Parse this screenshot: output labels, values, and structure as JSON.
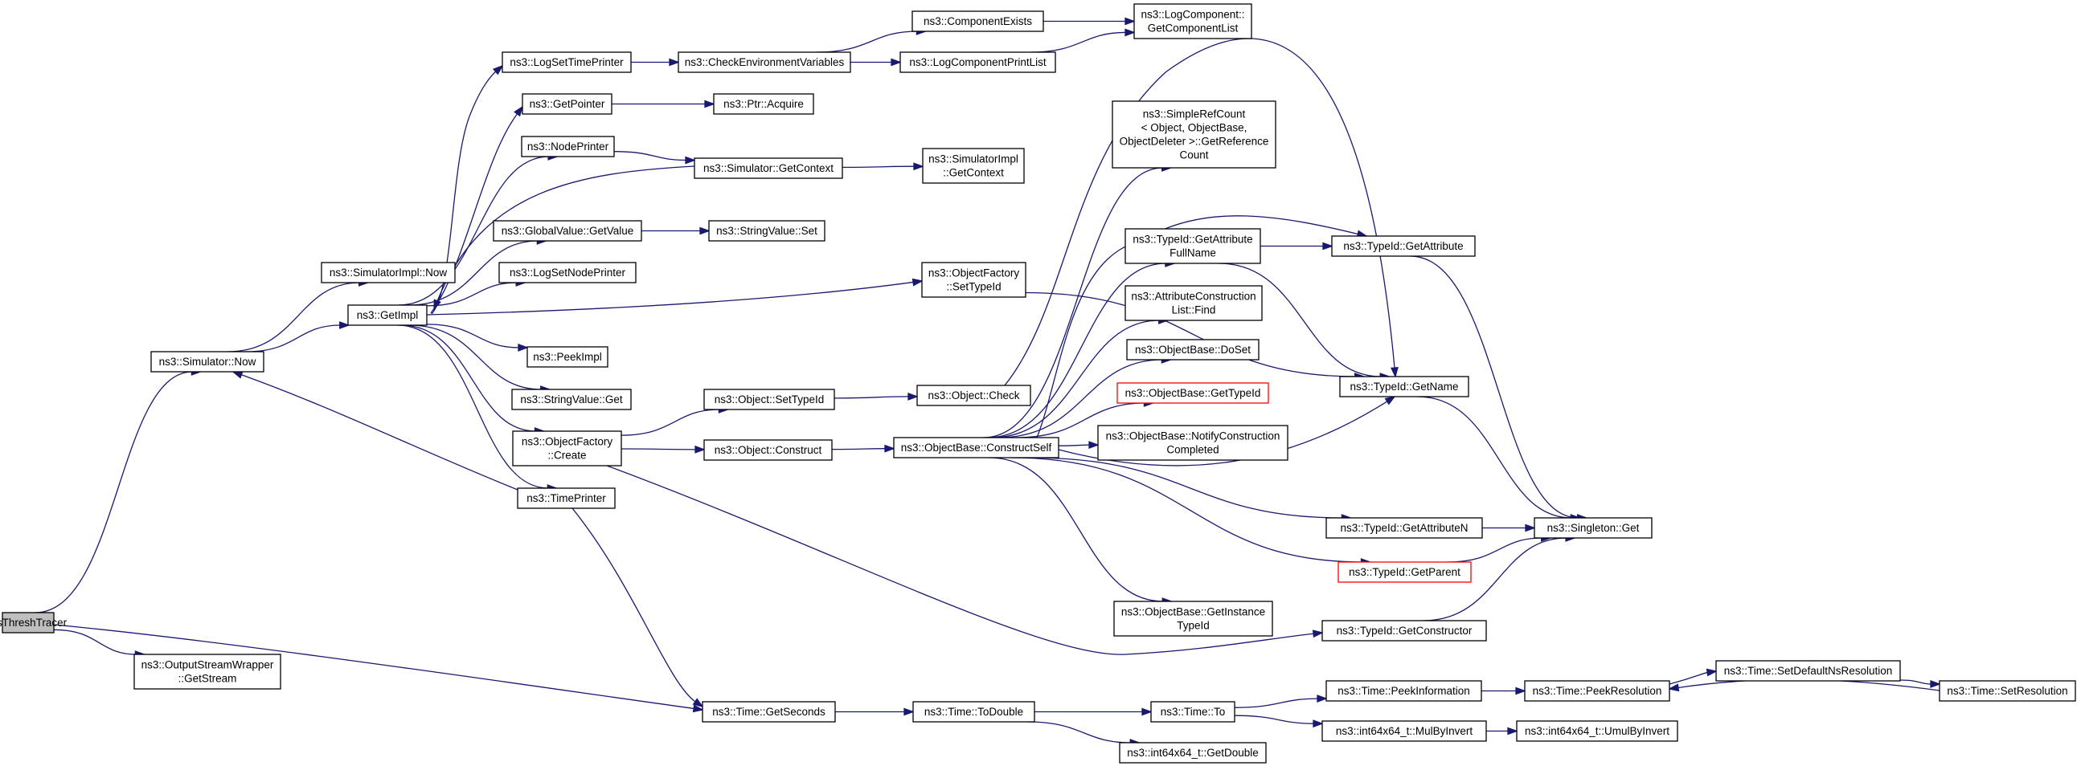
{
  "colors": {
    "edge": "#191970",
    "node_border": "#000000",
    "node_fill": "#ffffff",
    "root_fill": "#bfbfbf",
    "highlight_border": "#ff0000"
  },
  "nodes": [
    {
      "id": "root",
      "lines": [
        "SsThreshTracer"
      ],
      "root": true
    },
    {
      "id": "sim_now",
      "lines": [
        "ns3::Simulator::Now"
      ]
    },
    {
      "id": "osw_getstream",
      "lines": [
        "ns3::OutputStreamWrapper",
        "::GetStream"
      ]
    },
    {
      "id": "simimpl_now",
      "lines": [
        "ns3::SimulatorImpl::Now"
      ]
    },
    {
      "id": "getimpl",
      "lines": [
        "ns3::GetImpl"
      ]
    },
    {
      "id": "logsettimeprinter",
      "lines": [
        "ns3::LogSetTimePrinter"
      ]
    },
    {
      "id": "getpointer",
      "lines": [
        "ns3::GetPointer"
      ]
    },
    {
      "id": "nodeprinter",
      "lines": [
        "ns3::NodePrinter"
      ]
    },
    {
      "id": "gv_getvalue",
      "lines": [
        "ns3::GlobalValue::GetValue"
      ]
    },
    {
      "id": "logsetnodeprinter",
      "lines": [
        "ns3::LogSetNodePrinter"
      ]
    },
    {
      "id": "peekimpl",
      "lines": [
        "ns3::PeekImpl"
      ]
    },
    {
      "id": "sv_get",
      "lines": [
        "ns3::StringValue::Get"
      ]
    },
    {
      "id": "of_create",
      "lines": [
        "ns3::ObjectFactory",
        "::Create"
      ]
    },
    {
      "id": "timeprinter",
      "lines": [
        "ns3::TimePrinter"
      ]
    },
    {
      "id": "checkenv",
      "lines": [
        "ns3::CheckEnvironmentVariables"
      ]
    },
    {
      "id": "ptr_acquire",
      "lines": [
        "ns3::Ptr::Acquire"
      ]
    },
    {
      "id": "sim_getcontext",
      "lines": [
        "ns3::Simulator::GetContext"
      ]
    },
    {
      "id": "sv_set",
      "lines": [
        "ns3::StringValue::Set"
      ]
    },
    {
      "id": "obj_settypeid",
      "lines": [
        "ns3::Object::SetTypeId"
      ]
    },
    {
      "id": "obj_construct",
      "lines": [
        "ns3::Object::Construct"
      ]
    },
    {
      "id": "time_getseconds",
      "lines": [
        "ns3::Time::GetSeconds"
      ]
    },
    {
      "id": "compexists",
      "lines": [
        "ns3::ComponentExists"
      ]
    },
    {
      "id": "logcompprintlist",
      "lines": [
        "ns3::LogComponentPrintList"
      ]
    },
    {
      "id": "simimpl_getcontext",
      "lines": [
        "ns3::SimulatorImpl",
        "::GetContext"
      ]
    },
    {
      "id": "of_settypeid",
      "lines": [
        "ns3::ObjectFactory",
        "::SetTypeId"
      ]
    },
    {
      "id": "obj_check",
      "lines": [
        "ns3::Object::Check"
      ]
    },
    {
      "id": "ob_constructself",
      "lines": [
        "ns3::ObjectBase::ConstructSelf"
      ]
    },
    {
      "id": "time_todouble",
      "lines": [
        "ns3::Time::ToDouble"
      ]
    },
    {
      "id": "logcomp_getlist",
      "lines": [
        "ns3::LogComponent::",
        "GetComponentList"
      ]
    },
    {
      "id": "srefcount",
      "lines": [
        "ns3::SimpleRefCount",
        "< Object, ObjectBase,",
        "ObjectDeleter >::GetReference",
        "Count"
      ]
    },
    {
      "id": "tid_getattrfullname",
      "lines": [
        "ns3::TypeId::GetAttribute",
        "FullName"
      ]
    },
    {
      "id": "acl_find",
      "lines": [
        "ns3::AttributeConstruction",
        "List::Find"
      ]
    },
    {
      "id": "ob_doset",
      "lines": [
        "ns3::ObjectBase::DoSet"
      ]
    },
    {
      "id": "ob_gettypeid",
      "lines": [
        "ns3::ObjectBase::GetTypeId"
      ],
      "red": true
    },
    {
      "id": "ob_notify",
      "lines": [
        "ns3::ObjectBase::NotifyConstruction",
        "Completed"
      ]
    },
    {
      "id": "ob_getinstance",
      "lines": [
        "ns3::ObjectBase::GetInstance",
        "TypeId"
      ]
    },
    {
      "id": "time_to",
      "lines": [
        "ns3::Time::To"
      ]
    },
    {
      "id": "i64_getdouble",
      "lines": [
        "ns3::int64x64_t::GetDouble"
      ]
    },
    {
      "id": "tid_getattribute",
      "lines": [
        "ns3::TypeId::GetAttribute"
      ]
    },
    {
      "id": "tid_getname",
      "lines": [
        "ns3::TypeId::GetName"
      ]
    },
    {
      "id": "tid_getattributen",
      "lines": [
        "ns3::TypeId::GetAttributeN"
      ]
    },
    {
      "id": "tid_getparent",
      "lines": [
        "ns3::TypeId::GetParent"
      ],
      "red": true
    },
    {
      "id": "tid_getconstructor",
      "lines": [
        "ns3::TypeId::GetConstructor"
      ]
    },
    {
      "id": "time_peekinfo",
      "lines": [
        "ns3::Time::PeekInformation"
      ]
    },
    {
      "id": "i64_mulbyinvert",
      "lines": [
        "ns3::int64x64_t::MulByInvert"
      ]
    },
    {
      "id": "singleton_get",
      "lines": [
        "ns3::Singleton::Get"
      ]
    },
    {
      "id": "time_peekres",
      "lines": [
        "ns3::Time::PeekResolution"
      ]
    },
    {
      "id": "i64_umulbyinvert",
      "lines": [
        "ns3::int64x64_t::UmulByInvert"
      ]
    },
    {
      "id": "time_setdefaultns",
      "lines": [
        "ns3::Time::SetDefaultNsResolution"
      ]
    },
    {
      "id": "time_setres",
      "lines": [
        "ns3::Time::SetResolution"
      ]
    }
  ],
  "edges": [
    [
      "root",
      "sim_now"
    ],
    [
      "root",
      "osw_getstream"
    ],
    [
      "root",
      "time_getseconds"
    ],
    [
      "sim_now",
      "simimpl_now"
    ],
    [
      "sim_now",
      "getimpl"
    ],
    [
      "getimpl",
      "logsettimeprinter"
    ],
    [
      "getimpl",
      "getpointer"
    ],
    [
      "getimpl",
      "nodeprinter"
    ],
    [
      "getimpl",
      "gv_getvalue"
    ],
    [
      "getimpl",
      "logsetnodeprinter"
    ],
    [
      "getimpl",
      "peekimpl"
    ],
    [
      "getimpl",
      "sv_get"
    ],
    [
      "getimpl",
      "of_create"
    ],
    [
      "getimpl",
      "timeprinter"
    ],
    [
      "getimpl",
      "of_settypeid"
    ],
    [
      "logsettimeprinter",
      "checkenv"
    ],
    [
      "checkenv",
      "compexists"
    ],
    [
      "checkenv",
      "logcompprintlist"
    ],
    [
      "compexists",
      "logcomp_getlist"
    ],
    [
      "logcompprintlist",
      "logcomp_getlist"
    ],
    [
      "getpointer",
      "ptr_acquire"
    ],
    [
      "nodeprinter",
      "sim_getcontext"
    ],
    [
      "sim_getcontext",
      "getimpl"
    ],
    [
      "sim_getcontext",
      "simimpl_getcontext"
    ],
    [
      "gv_getvalue",
      "sv_set"
    ],
    [
      "of_create",
      "obj_settypeid"
    ],
    [
      "of_create",
      "obj_construct"
    ],
    [
      "of_create",
      "tid_getconstructor"
    ],
    [
      "obj_settypeid",
      "obj_check"
    ],
    [
      "obj_construct",
      "ob_constructself"
    ],
    [
      "timeprinter",
      "sim_now"
    ],
    [
      "timeprinter",
      "time_getseconds"
    ],
    [
      "of_settypeid",
      "tid_getname"
    ],
    [
      "obj_check",
      "tid_getname"
    ],
    [
      "ob_constructself",
      "srefcount"
    ],
    [
      "ob_constructself",
      "tid_getattrfullname"
    ],
    [
      "ob_constructself",
      "acl_find"
    ],
    [
      "ob_constructself",
      "ob_doset"
    ],
    [
      "ob_constructself",
      "ob_gettypeid"
    ],
    [
      "ob_constructself",
      "ob_notify"
    ],
    [
      "ob_constructself",
      "tid_getname"
    ],
    [
      "ob_constructself",
      "tid_getattributen"
    ],
    [
      "ob_constructself",
      "tid_getparent"
    ],
    [
      "ob_constructself",
      "ob_getinstance"
    ],
    [
      "ob_constructself",
      "tid_getattribute"
    ],
    [
      "tid_getattrfullname",
      "tid_getattribute"
    ],
    [
      "tid_getattrfullname",
      "tid_getname"
    ],
    [
      "tid_getattribute",
      "singleton_get"
    ],
    [
      "tid_getname",
      "singleton_get"
    ],
    [
      "tid_getattributen",
      "singleton_get"
    ],
    [
      "tid_getparent",
      "singleton_get"
    ],
    [
      "tid_getconstructor",
      "singleton_get"
    ],
    [
      "time_getseconds",
      "time_todouble"
    ],
    [
      "time_todouble",
      "time_to"
    ],
    [
      "time_todouble",
      "i64_getdouble"
    ],
    [
      "time_to",
      "time_peekinfo"
    ],
    [
      "time_to",
      "i64_mulbyinvert"
    ],
    [
      "time_peekinfo",
      "time_peekres"
    ],
    [
      "i64_mulbyinvert",
      "i64_umulbyinvert"
    ],
    [
      "time_peekres",
      "time_setdefaultns"
    ],
    [
      "time_setdefaultns",
      "time_setres"
    ],
    [
      "time_setres",
      "time_peekres"
    ]
  ]
}
